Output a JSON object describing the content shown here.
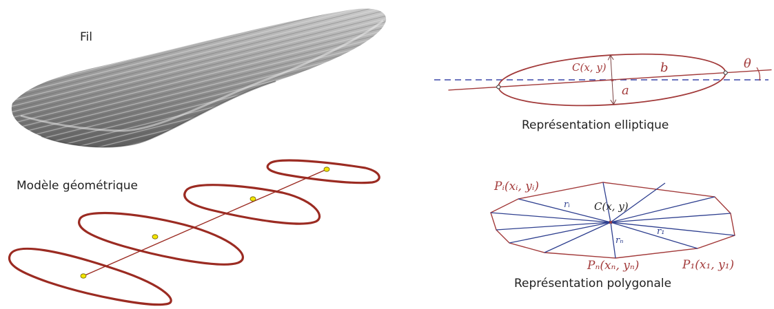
{
  "labels": {
    "fil": "Fil",
    "model": "Modèle géométrique",
    "ellipse": "Représentation elliptique",
    "polygon": "Représentation polygonale"
  },
  "ellipse_diagram": {
    "center": "C(x, y)",
    "semi_major": "b",
    "semi_minor": "a",
    "angle": "θ"
  },
  "polygon_diagram": {
    "center": "C(x, y)",
    "pi": "Pᵢ(xᵢ, yᵢ)",
    "p1": "P₁(x₁, y₁)",
    "pn": "Pₙ(xₙ, yₙ)",
    "ri": "rᵢ",
    "r1": "r₁",
    "rn": "rₙ"
  },
  "colors": {
    "red": "#a23a3a",
    "dark_red": "#9b2b22",
    "blue": "#2e3f8f",
    "yellow": "#f2e500"
  }
}
